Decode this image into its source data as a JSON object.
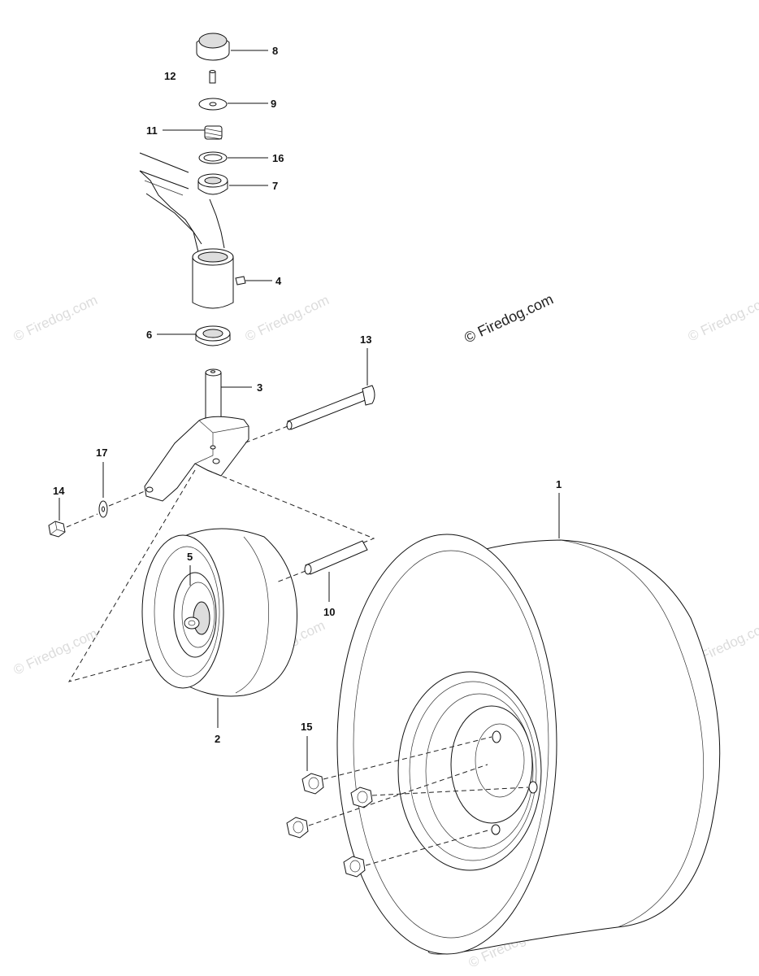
{
  "watermark": {
    "main": "© Firedog.com",
    "faint": "© Firedog.com"
  },
  "callouts": {
    "c1": "1",
    "c2": "2",
    "c3": "3",
    "c4": "4",
    "c5": "5",
    "c6": "6",
    "c7": "7",
    "c8": "8",
    "c9": "9",
    "c10": "10",
    "c11": "11",
    "c12": "12",
    "c13": "13",
    "c14": "14",
    "c15": "15",
    "c16": "16",
    "c17": "17"
  },
  "parts": {
    "dust_cap": "8",
    "bolt_small": "12",
    "washer_top": "9",
    "spring": "11",
    "ring": "16",
    "bearing_top": "7",
    "housing": "4",
    "bearing_bottom": "6",
    "spindle": "3",
    "long_bolt": "13",
    "nut_left": "14",
    "washer_left": "17",
    "caster_wheel": "2",
    "caster_hub": "5",
    "axle_spacer": "10",
    "drive_wheel": "1",
    "lug_nuts": "15"
  }
}
